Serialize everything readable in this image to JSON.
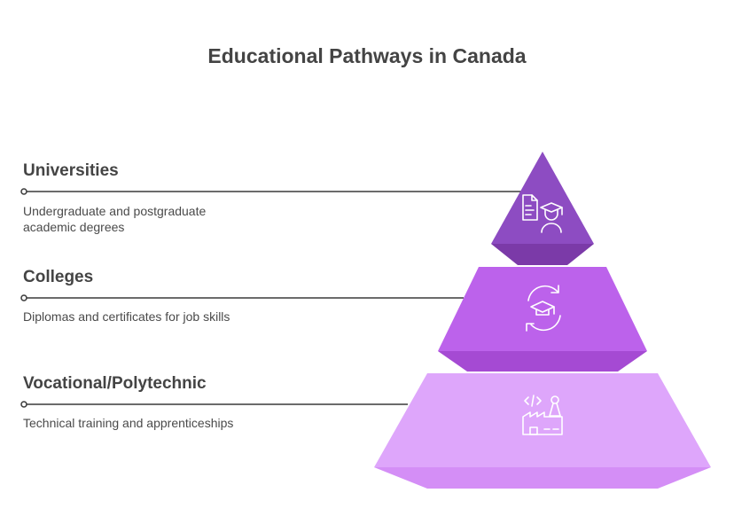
{
  "title": "Educational Pathways in Canada",
  "colors": {
    "level1": "#8d4cc2",
    "level1_side": "#7b3aa8",
    "level2": "#bc62eb",
    "level2_side": "#a54ad3",
    "level3": "#dea6fb",
    "level3_side": "#d48ef6",
    "line": "#3a3a3a"
  },
  "levels": [
    {
      "title": "Universities",
      "description": "Undergraduate and postgraduate academic degrees",
      "icon": "graduate-document-icon"
    },
    {
      "title": "Colleges",
      "description": "Diplomas and certificates for job skills",
      "icon": "graduation-cycle-icon"
    },
    {
      "title": "Vocational/Polytechnic",
      "description": "Technical training and apprenticeships",
      "icon": "industrial-robot-factory-icon"
    }
  ]
}
